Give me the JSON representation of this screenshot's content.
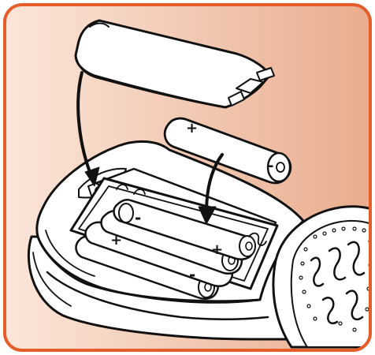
{
  "illustration": {
    "subject": "battery-installation",
    "battery_count_installed": 4,
    "battery_count_inserting": 1,
    "battery_polarity_marks": [
      "+",
      "-",
      "+",
      "-",
      "+",
      "-"
    ]
  },
  "colors": {
    "frame_border": "#e45e2b",
    "background_light": "#fbe6da",
    "background_dark": "#e9ad8e",
    "line_art": "#111111",
    "fill": "#ffffff"
  },
  "icons": {
    "arrow_lid": "curved-arrow-icon",
    "arrow_battery": "curved-arrow-icon"
  }
}
